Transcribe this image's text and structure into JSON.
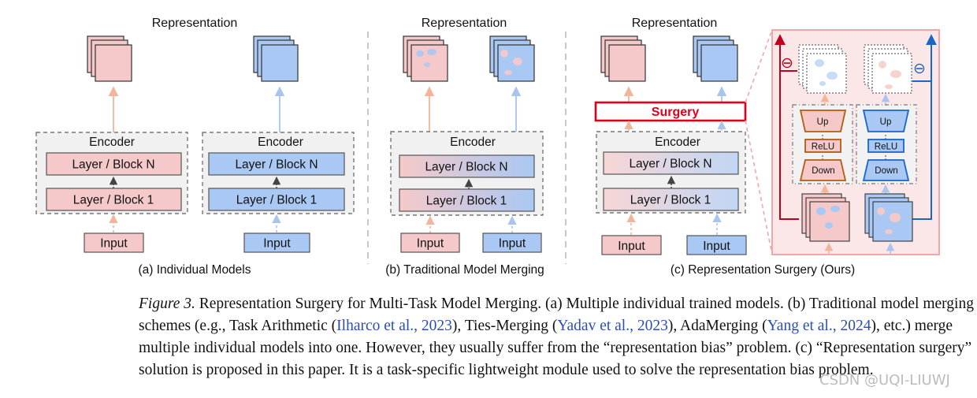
{
  "figure": {
    "representation_label": "Representation",
    "encoder_label": "Encoder",
    "layer_n_label": "Layer / Block N",
    "layer_1_label": "Layer / Block 1",
    "input_label": "Input",
    "surgery_label": "Surgery",
    "up_label": "Up",
    "relu_label": "ReLU",
    "down_label": "Down",
    "minus_symbol": "⊖",
    "panel_a_caption": "(a) Individual Models",
    "panel_b_caption": "(b) Traditional Model Merging",
    "panel_c_caption": "(c) Representation Surgery (Ours)",
    "colors": {
      "task_a": "#f5c9c9",
      "task_b": "#a9c8f3",
      "task_a_arrow": "#f2b59a",
      "task_b_arrow": "#a9c4ee",
      "surgery_red": "#e0001a",
      "blue_line": "#1a66c8",
      "dark_red_line": "#c0001b",
      "encoder_bg": "#f1f1f1"
    }
  },
  "caption": {
    "label": "Figure 3.",
    "line1_text": " Representation Surgery for Multi-Task Model Merging. (a) Multiple individual trained models. (b) Traditional model merging",
    "line2_pre": "schemes (e.g., Task Arithmetic (",
    "cite1": "Ilharco et al., 2023",
    "line2_mid1": "), Ties-Merging (",
    "cite2": "Yadav et al., 2023",
    "line2_mid2": "), AdaMerging (",
    "cite3": "Yang et al., 2024",
    "line2_post": "), etc.) merge",
    "line3": "multiple individual models into one. However, they usually suffer from the “representation bias” problem. (c) “Representation surgery”",
    "line4": "solution is proposed in this paper. It is a task-specific lightweight module used to solve the representation bias problem."
  },
  "watermark": "CSDN @UQI-LIUWJ"
}
